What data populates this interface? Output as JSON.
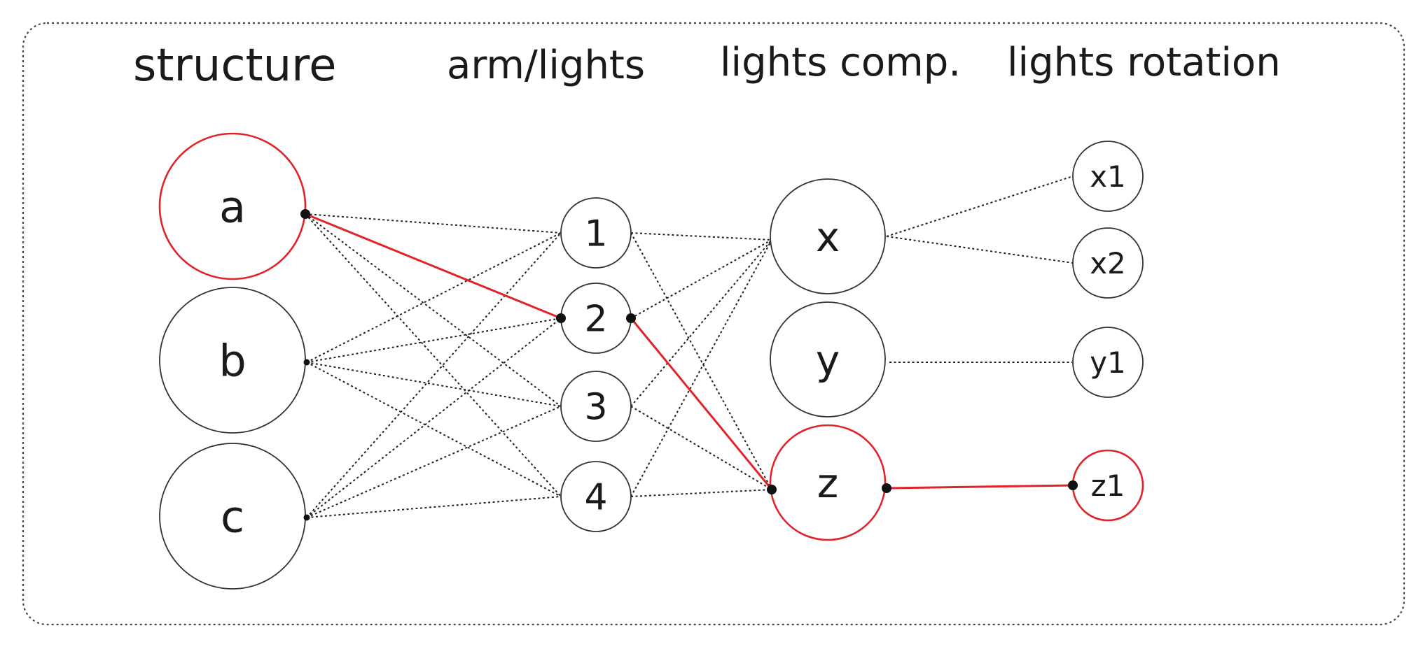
{
  "headings": {
    "structure": "structure",
    "arm_lights": "arm/lights",
    "lights_comp": "lights comp.",
    "lights_rotation": "lights rotation"
  },
  "colors": {
    "highlight": "#e0242a",
    "line": "#222222",
    "node_stroke": "#333333",
    "frame": "#444444"
  },
  "nodes": {
    "a": {
      "label": "a",
      "column": "structure",
      "highlighted": true
    },
    "b": {
      "label": "b",
      "column": "structure",
      "highlighted": false
    },
    "c": {
      "label": "c",
      "column": "structure",
      "highlighted": false
    },
    "n1": {
      "label": "1",
      "column": "arm_lights",
      "highlighted": false
    },
    "n2": {
      "label": "2",
      "column": "arm_lights",
      "highlighted": false
    },
    "n3": {
      "label": "3",
      "column": "arm_lights",
      "highlighted": false
    },
    "n4": {
      "label": "4",
      "column": "arm_lights",
      "highlighted": false
    },
    "x": {
      "label": "x",
      "column": "lights_comp",
      "highlighted": false
    },
    "y": {
      "label": "y",
      "column": "lights_comp",
      "highlighted": false
    },
    "z": {
      "label": "z",
      "column": "lights_comp",
      "highlighted": true
    },
    "x1": {
      "label": "x1",
      "column": "lights_rotation",
      "highlighted": false
    },
    "x2": {
      "label": "x2",
      "column": "lights_rotation",
      "highlighted": false
    },
    "y1": {
      "label": "y1",
      "column": "lights_rotation",
      "highlighted": false
    },
    "z1": {
      "label": "z1",
      "column": "lights_rotation",
      "highlighted": true
    }
  },
  "edges": [
    {
      "from": "a",
      "to": "n1",
      "style": "dotted"
    },
    {
      "from": "a",
      "to": "n2",
      "style": "highlight"
    },
    {
      "from": "a",
      "to": "n3",
      "style": "dotted"
    },
    {
      "from": "a",
      "to": "n4",
      "style": "dotted"
    },
    {
      "from": "b",
      "to": "n1",
      "style": "dotted"
    },
    {
      "from": "b",
      "to": "n2",
      "style": "dotted"
    },
    {
      "from": "b",
      "to": "n3",
      "style": "dotted"
    },
    {
      "from": "b",
      "to": "n4",
      "style": "dotted"
    },
    {
      "from": "c",
      "to": "n1",
      "style": "dotted"
    },
    {
      "from": "c",
      "to": "n2",
      "style": "dotted"
    },
    {
      "from": "c",
      "to": "n3",
      "style": "dotted"
    },
    {
      "from": "c",
      "to": "n4",
      "style": "dotted"
    },
    {
      "from": "n1",
      "to": "x",
      "style": "dotted"
    },
    {
      "from": "n1",
      "to": "z",
      "style": "dotted"
    },
    {
      "from": "n2",
      "to": "x",
      "style": "dotted"
    },
    {
      "from": "n2",
      "to": "z",
      "style": "highlight"
    },
    {
      "from": "n3",
      "to": "x",
      "style": "dotted"
    },
    {
      "from": "n3",
      "to": "z",
      "style": "dotted"
    },
    {
      "from": "n4",
      "to": "x",
      "style": "dotted"
    },
    {
      "from": "n4",
      "to": "z",
      "style": "dotted"
    },
    {
      "from": "x",
      "to": "x1",
      "style": "dotted"
    },
    {
      "from": "x",
      "to": "x2",
      "style": "dotted"
    },
    {
      "from": "y",
      "to": "y1",
      "style": "dotted"
    },
    {
      "from": "z",
      "to": "z1",
      "style": "highlight"
    }
  ]
}
